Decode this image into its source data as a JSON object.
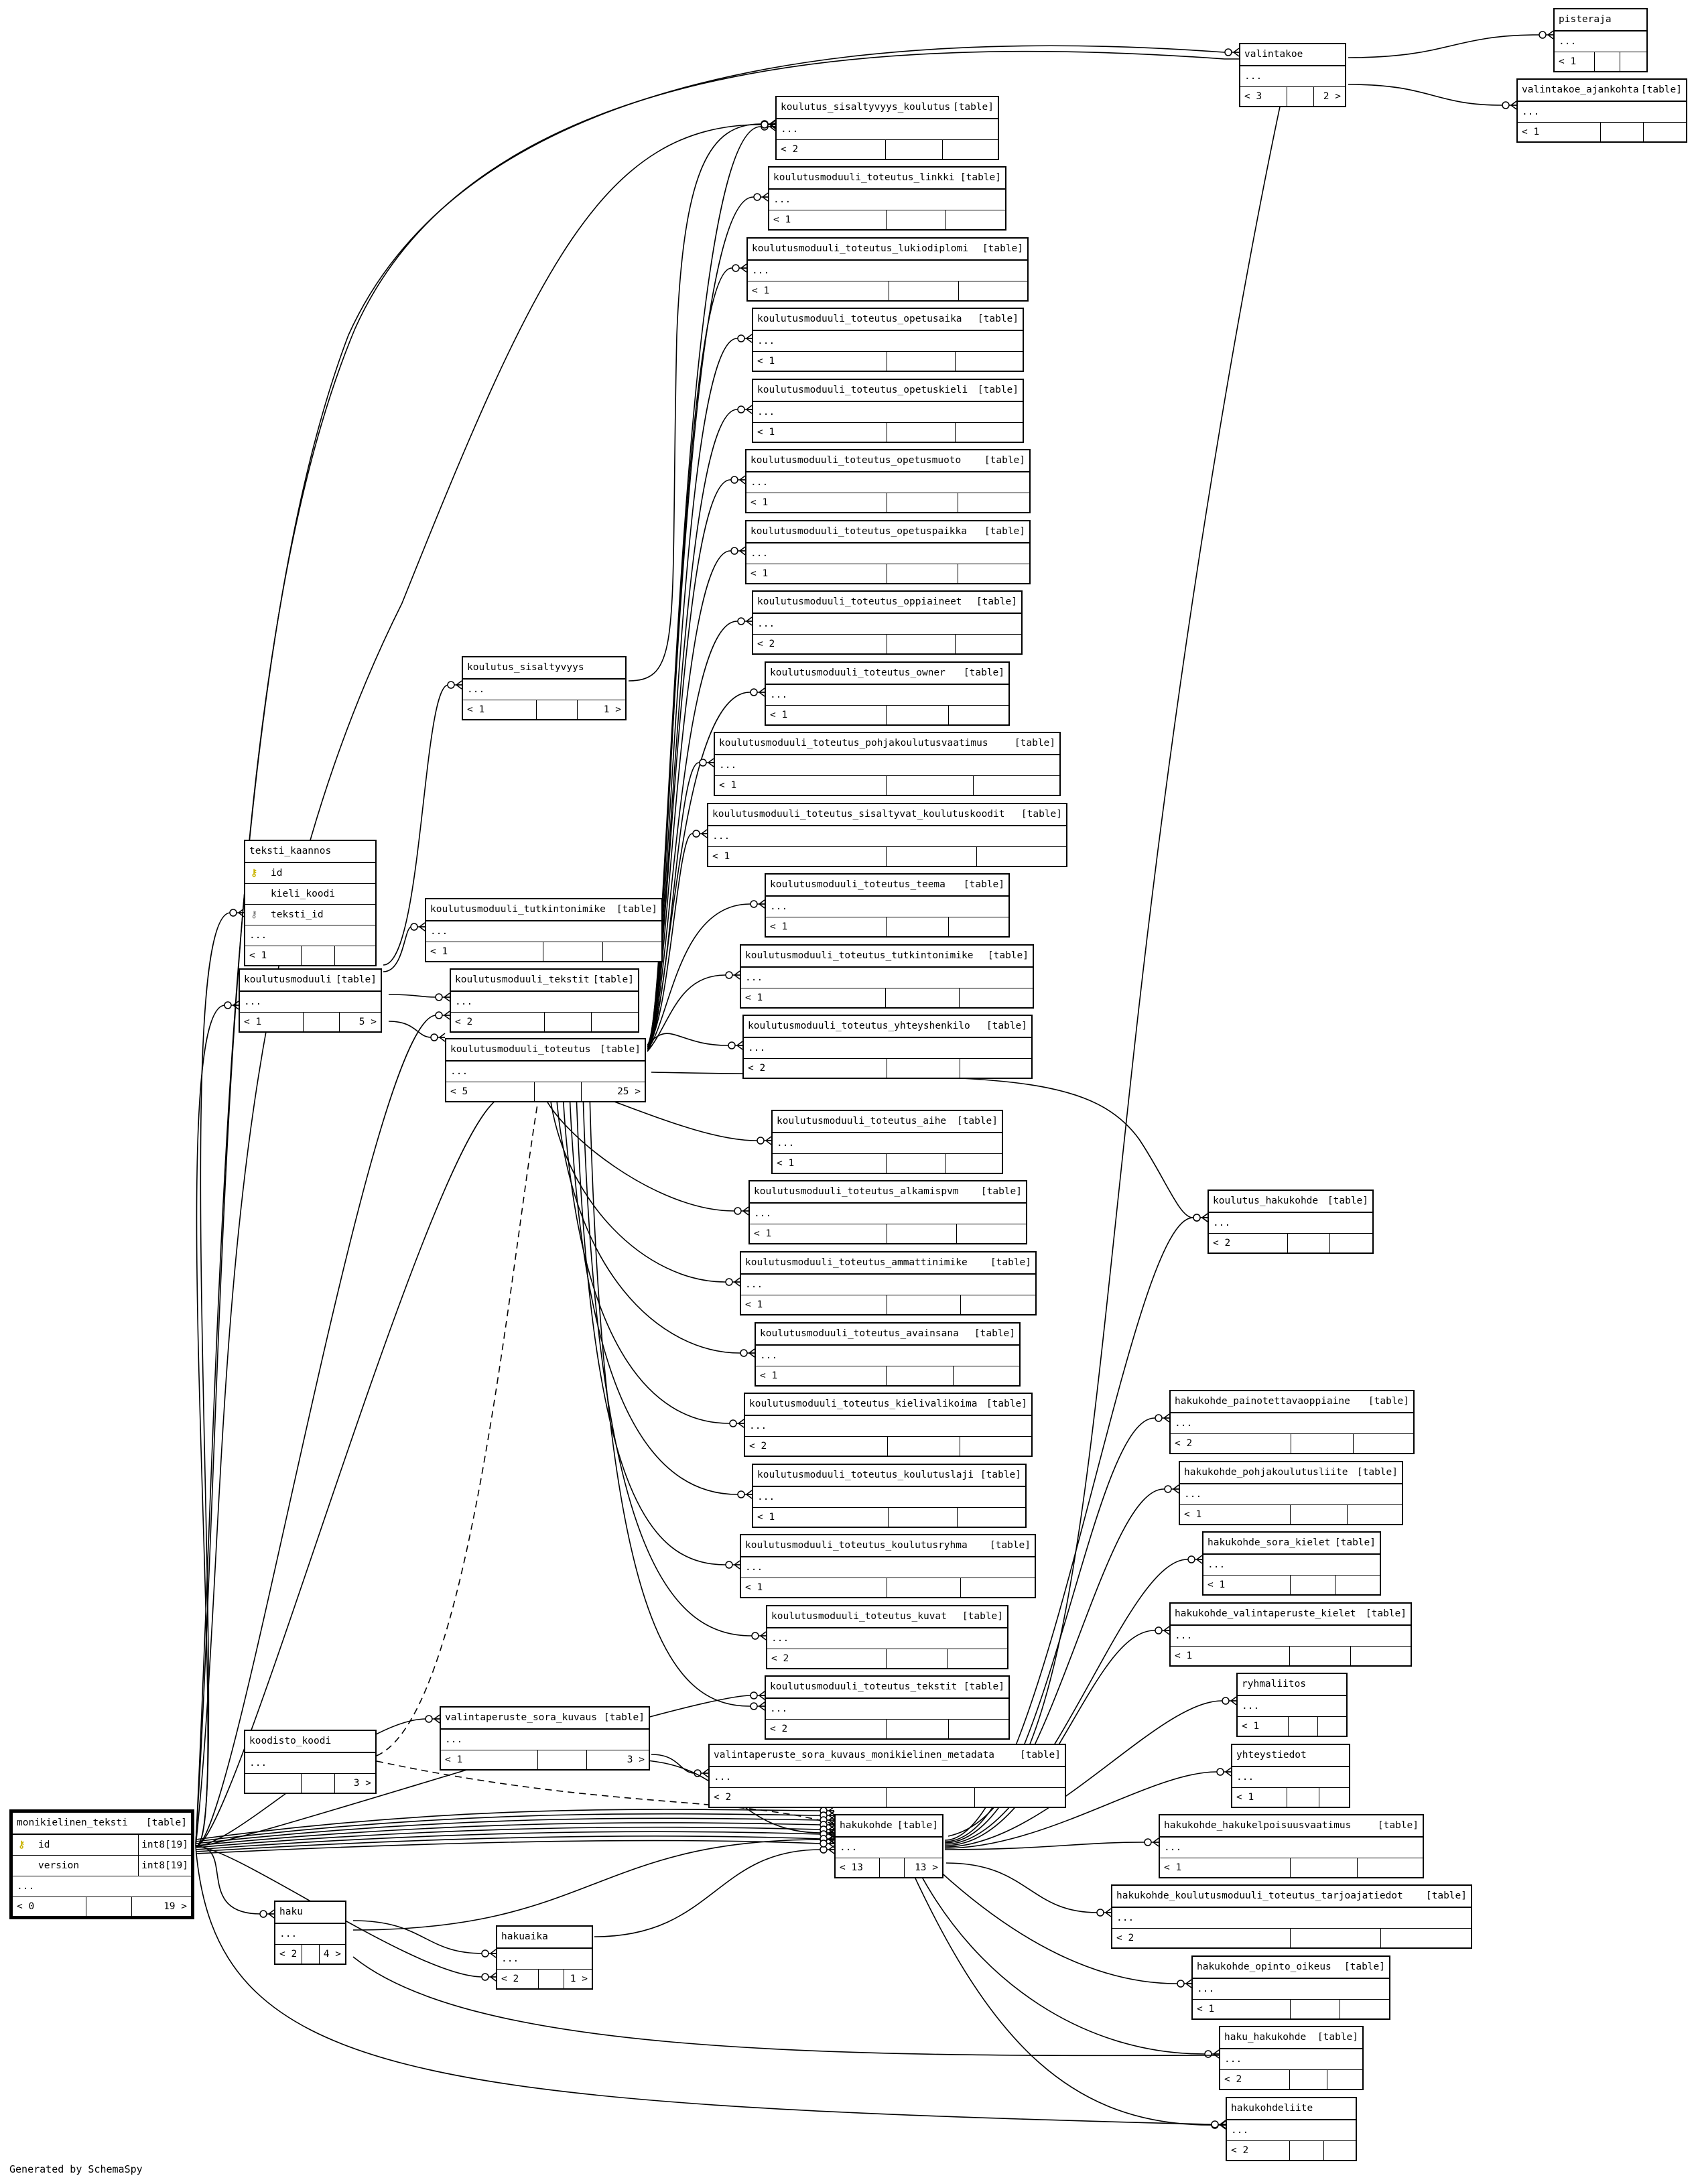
{
  "diagram": {
    "footer": "Generated by SchemaSpy",
    "type_label": "[table]",
    "ellipsis": "...",
    "tables": [
      {
        "id": "pisteraja",
        "name": "pisteraja",
        "parents": "< 1",
        "children": ""
      },
      {
        "id": "valintakoe",
        "name": "valintakoe",
        "parents": "< 3",
        "children": "2 >"
      },
      {
        "id": "valintakoe_ajankohta",
        "name": "valintakoe_ajankohta",
        "parents": "< 1",
        "children": ""
      },
      {
        "id": "koulutus_sisaltyvyys_koulutus",
        "name": "koulutus_sisaltyvyys_koulutus",
        "parents": "< 2",
        "children": ""
      },
      {
        "id": "km_linkki",
        "name": "koulutusmoduuli_toteutus_linkki",
        "parents": "< 1",
        "children": ""
      },
      {
        "id": "km_lukiodiplomi",
        "name": "koulutusmoduuli_toteutus_lukiodiplomi",
        "parents": "< 1",
        "children": ""
      },
      {
        "id": "km_opetusaika",
        "name": "koulutusmoduuli_toteutus_opetusaika",
        "parents": "< 1",
        "children": ""
      },
      {
        "id": "km_opetuskieli",
        "name": "koulutusmoduuli_toteutus_opetuskieli",
        "parents": "< 1",
        "children": ""
      },
      {
        "id": "km_opetusmuoto",
        "name": "koulutusmoduuli_toteutus_opetusmuoto",
        "parents": "< 1",
        "children": ""
      },
      {
        "id": "km_opetuspaikka",
        "name": "koulutusmoduuli_toteutus_opetuspaikka",
        "parents": "< 1",
        "children": ""
      },
      {
        "id": "km_oppiaineet",
        "name": "koulutusmoduuli_toteutus_oppiaineet",
        "parents": "< 2",
        "children": ""
      },
      {
        "id": "km_owner",
        "name": "koulutusmoduuli_toteutus_owner",
        "parents": "< 1",
        "children": ""
      },
      {
        "id": "km_pohjakoulutusvaatimus",
        "name": "koulutusmoduuli_toteutus_pohjakoulutusvaatimus",
        "parents": "< 1",
        "children": ""
      },
      {
        "id": "km_sisaltyvat",
        "name": "koulutusmoduuli_toteutus_sisaltyvat_koulutuskoodit",
        "parents": "< 1",
        "children": ""
      },
      {
        "id": "km_teema",
        "name": "koulutusmoduuli_toteutus_teema",
        "parents": "< 1",
        "children": ""
      },
      {
        "id": "km_tutkintonimike",
        "name": "koulutusmoduuli_toteutus_tutkintonimike",
        "parents": "< 1",
        "children": ""
      },
      {
        "id": "km_yhteyshenkilo",
        "name": "koulutusmoduuli_toteutus_yhteyshenkilo",
        "parents": "< 2",
        "children": ""
      },
      {
        "id": "koulutus_sisaltyvyys",
        "name": "koulutus_sisaltyvyys",
        "parents": "< 1",
        "children": "1 >"
      },
      {
        "id": "teksti_kaannos",
        "name": "teksti_kaannos",
        "parents": "< 1",
        "children": "",
        "columns": [
          {
            "key": "pk",
            "name": "id",
            "type": ""
          },
          {
            "key": "",
            "name": "kieli_koodi",
            "type": ""
          },
          {
            "key": "fk",
            "name": "teksti_id",
            "type": ""
          }
        ]
      },
      {
        "id": "koulutusmoduuli_tutkintonimike",
        "name": "koulutusmoduuli_tutkintonimike",
        "parents": "< 1",
        "children": ""
      },
      {
        "id": "koulutusmoduuli",
        "name": "koulutusmoduuli",
        "parents": "< 1",
        "children": "5 >"
      },
      {
        "id": "koulutusmoduuli_tekstit",
        "name": "koulutusmoduuli_tekstit",
        "parents": "< 2",
        "children": ""
      },
      {
        "id": "koulutusmoduuli_toteutus",
        "name": "koulutusmoduuli_toteutus",
        "parents": "< 5",
        "children": "25 >"
      },
      {
        "id": "km_aihe",
        "name": "koulutusmoduuli_toteutus_aihe",
        "parents": "< 1",
        "children": ""
      },
      {
        "id": "km_alkamispvm",
        "name": "koulutusmoduuli_toteutus_alkamispvm",
        "parents": "< 1",
        "children": ""
      },
      {
        "id": "km_ammattinimike",
        "name": "koulutusmoduuli_toteutus_ammattinimike",
        "parents": "< 1",
        "children": ""
      },
      {
        "id": "km_avainsana",
        "name": "koulutusmoduuli_toteutus_avainsana",
        "parents": "< 1",
        "children": ""
      },
      {
        "id": "km_kielivalikoima",
        "name": "koulutusmoduuli_toteutus_kielivalikoima",
        "parents": "< 2",
        "children": ""
      },
      {
        "id": "km_koulutuslaji",
        "name": "koulutusmoduuli_toteutus_koulutuslaji",
        "parents": "< 1",
        "children": ""
      },
      {
        "id": "km_koulutusryhma",
        "name": "koulutusmoduuli_toteutus_koulutusryhma",
        "parents": "< 1",
        "children": ""
      },
      {
        "id": "km_kuvat",
        "name": "koulutusmoduuli_toteutus_kuvat",
        "parents": "< 2",
        "children": ""
      },
      {
        "id": "km_tekstit",
        "name": "koulutusmoduuli_toteutus_tekstit",
        "parents": "< 2",
        "children": ""
      },
      {
        "id": "koulutus_hakukohde",
        "name": "koulutus_hakukohde",
        "parents": "< 2",
        "children": ""
      },
      {
        "id": "hk_painotettava",
        "name": "hakukohde_painotettavaoppiaine",
        "parents": "< 2",
        "children": ""
      },
      {
        "id": "hk_pohjakoulutusliite",
        "name": "hakukohde_pohjakoulutusliite",
        "parents": "< 1",
        "children": ""
      },
      {
        "id": "hk_sora_kielet",
        "name": "hakukohde_sora_kielet",
        "parents": "< 1",
        "children": ""
      },
      {
        "id": "hk_valintaperuste_kielet",
        "name": "hakukohde_valintaperuste_kielet",
        "parents": "< 1",
        "children": ""
      },
      {
        "id": "ryhmaliitos",
        "name": "ryhmaliitos",
        "parents": "< 1",
        "children": ""
      },
      {
        "id": "yhteystiedot",
        "name": "yhteystiedot",
        "parents": "< 1",
        "children": ""
      },
      {
        "id": "hk_hakukelpoisuus",
        "name": "hakukohde_hakukelpoisuusvaatimus",
        "parents": "< 1",
        "children": ""
      },
      {
        "id": "hk_km_tarjoajatiedot",
        "name": "hakukohde_koulutusmoduuli_toteutus_tarjoajatiedot",
        "parents": "< 2",
        "children": ""
      },
      {
        "id": "hk_opinto_oikeus",
        "name": "hakukohde_opinto_oikeus",
        "parents": "< 1",
        "children": ""
      },
      {
        "id": "haku_hakukohde",
        "name": "haku_hakukohde",
        "parents": "< 2",
        "children": ""
      },
      {
        "id": "hakukohdeliite",
        "name": "hakukohdeliite",
        "parents": "< 2",
        "children": ""
      },
      {
        "id": "valintaperuste_sora_kuvaus",
        "name": "valintaperuste_sora_kuvaus",
        "parents": "< 1",
        "children": "3 >"
      },
      {
        "id": "vsk_monikielinen",
        "name": "valintaperuste_sora_kuvaus_monikielinen_metadata",
        "parents": "< 2",
        "children": ""
      },
      {
        "id": "koodisto_koodi",
        "name": "koodisto_koodi",
        "parents": "",
        "children": "3 >"
      },
      {
        "id": "hakukohde",
        "name": "hakukohde",
        "parents": "< 13",
        "children": "13 >"
      },
      {
        "id": "monikielinen_teksti",
        "name": "monikielinen_teksti",
        "parents": "< 0",
        "children": "19 >",
        "focus": true,
        "columns": [
          {
            "key": "pk",
            "name": "id",
            "type": "int8[19]"
          },
          {
            "key": "",
            "name": "version",
            "type": "int8[19]"
          }
        ]
      },
      {
        "id": "haku",
        "name": "haku",
        "parents": "< 2",
        "children": "4 >"
      },
      {
        "id": "hakuaika",
        "name": "hakuaika",
        "parents": "< 2",
        "children": "1 >"
      }
    ]
  }
}
